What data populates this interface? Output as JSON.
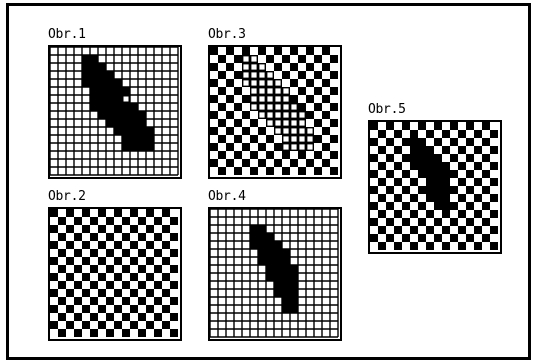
{
  "figure": {
    "panels": [
      {
        "id": "obr1",
        "label": "Obr.1",
        "pattern": "grid-with-arrow"
      },
      {
        "id": "obr2",
        "label": "Obr.2",
        "pattern": "checkerboard"
      },
      {
        "id": "obr3",
        "label": "Obr.3",
        "pattern": "checkerboard-with-light-arrow"
      },
      {
        "id": "obr4",
        "label": "Obr.4",
        "pattern": "grid-with-small-arrow"
      },
      {
        "id": "obr5",
        "label": "Obr.5",
        "pattern": "checkerboard-with-arrow"
      }
    ]
  }
}
